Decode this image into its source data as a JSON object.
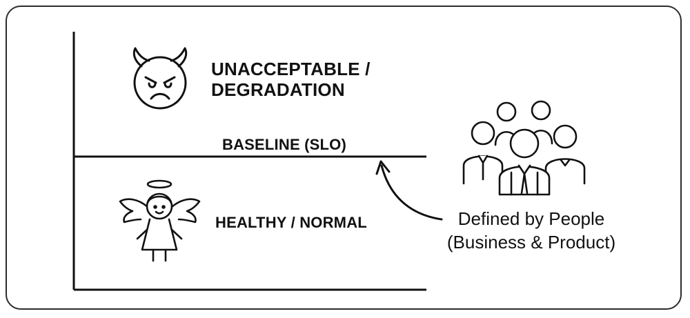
{
  "labels": {
    "unacceptable": "UNACCEPTABLE /\nDEGRADATION",
    "unacceptable_line1": "UNACCEPTABLE /",
    "unacceptable_line2": "DEGRADATION",
    "baseline": "BASELINE (SLO)",
    "healthy": "HEALTHY / NORMAL",
    "defined_line1": "Defined by People",
    "defined_line2": "(Business & Product)"
  },
  "icons": {
    "unacceptable": "devil-face-icon",
    "healthy": "angel-icon",
    "people": "people-group-icon",
    "arrow": "curved-arrow-icon"
  },
  "colors": {
    "stroke": "#111111",
    "border": "#2b2b2b",
    "background": "#ffffff"
  }
}
